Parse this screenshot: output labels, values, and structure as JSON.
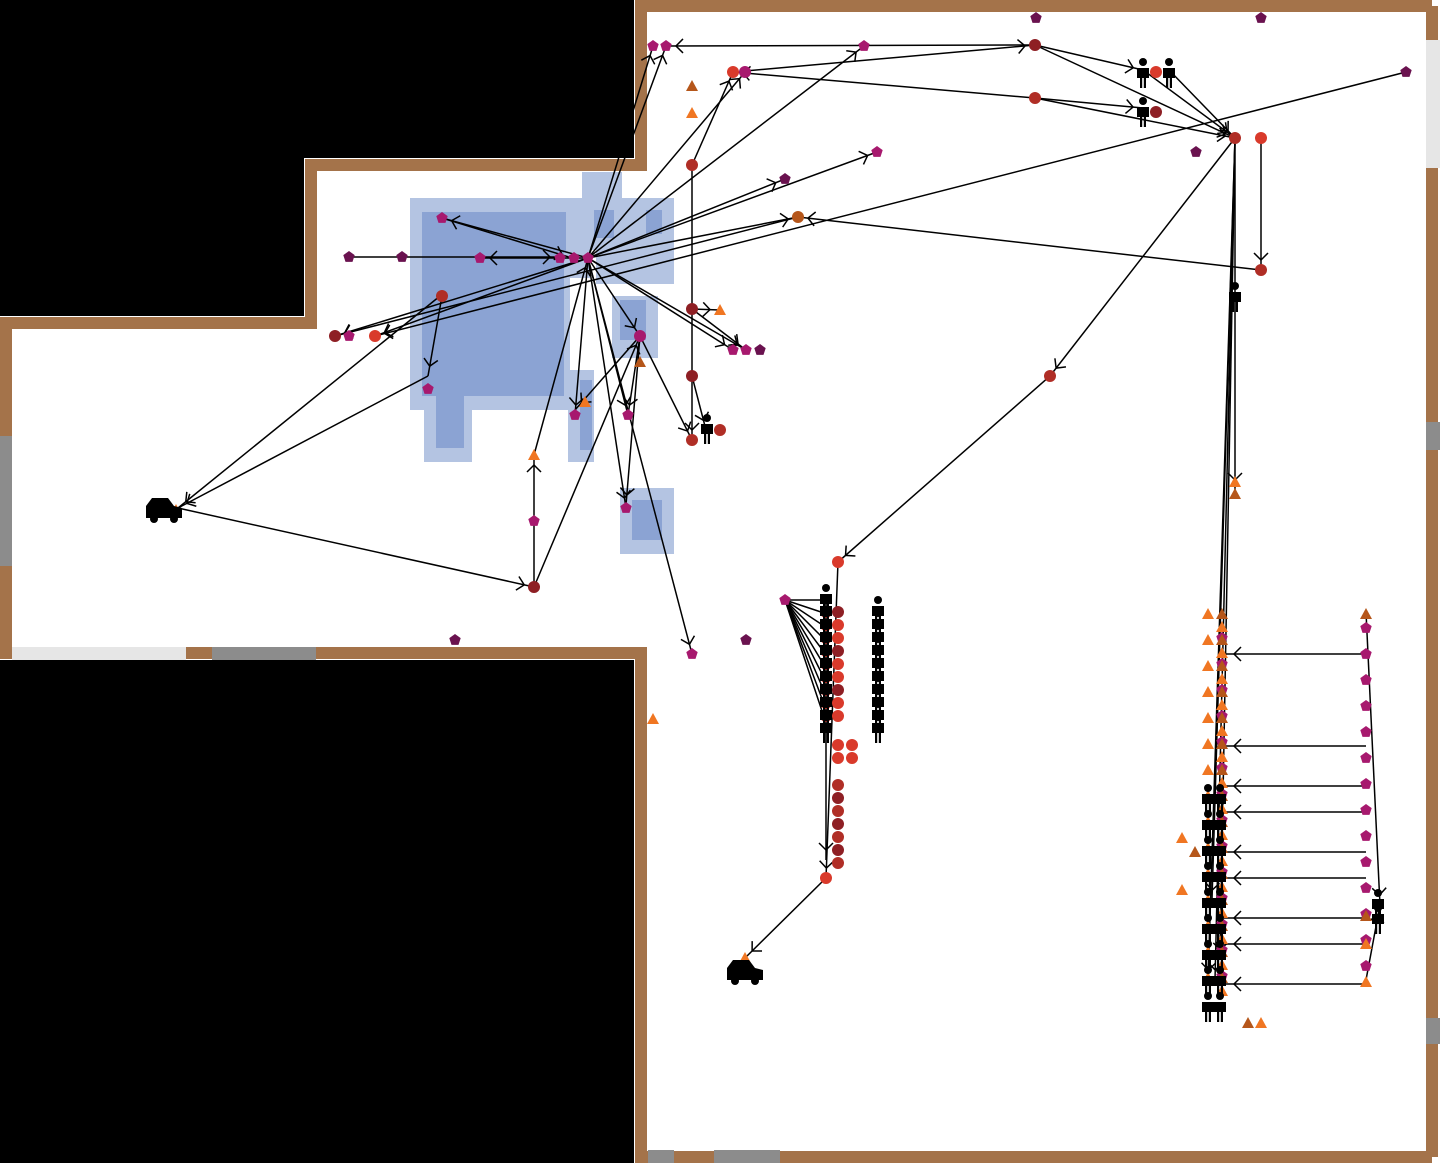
{
  "colors": {
    "wall": "#A4734A",
    "void": "#000000",
    "floor": "#FFFFFF",
    "door_dark": "#8C8C8C",
    "door_light": "#E6E6E6",
    "zone_outer": "#B4C4E2",
    "zone_inner": "#8BA3D3",
    "edge": "#000000",
    "marker_palette": [
      "#D93A2B",
      "#B02E26",
      "#8E1F24",
      "#A7196E",
      "#6A124F",
      "#F07622",
      "#B5561A"
    ]
  },
  "icons": {
    "agent": "person-icon",
    "vehicle": "car-icon",
    "circle": "circle-marker",
    "pentagon": "pentagon-marker",
    "triangle": "triangle-marker"
  }
}
